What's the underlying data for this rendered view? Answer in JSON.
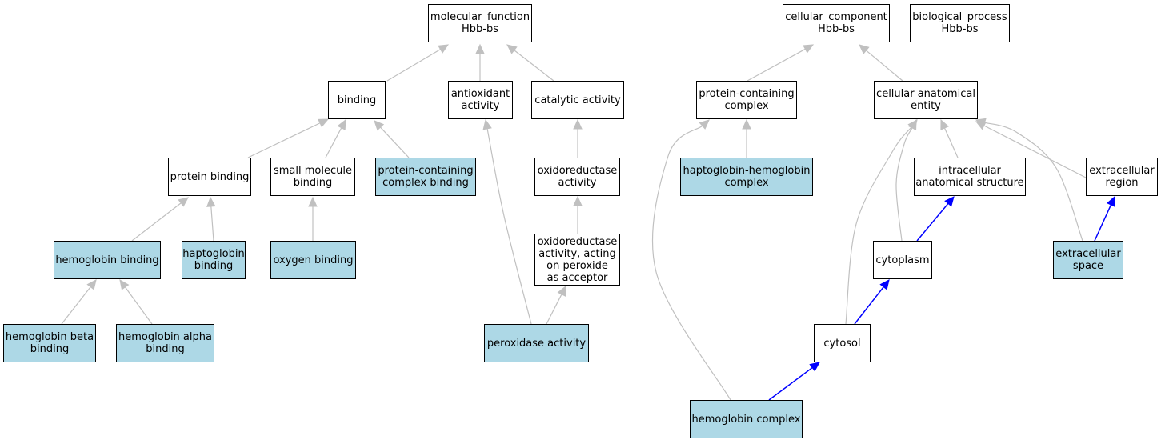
{
  "colors": {
    "highlight": "#add8e6",
    "plain": "#ffffff",
    "edge": "#c0c0c0",
    "path": "#0000ff",
    "border": "#000000"
  },
  "nodes": [
    {
      "id": "mf",
      "lines": [
        "molecular_function",
        "Hbb-bs"
      ],
      "highlight": false
    },
    {
      "id": "cc",
      "lines": [
        "cellular_component",
        "Hbb-bs"
      ],
      "highlight": false
    },
    {
      "id": "bp",
      "lines": [
        "biological_process",
        "Hbb-bs"
      ],
      "highlight": false
    },
    {
      "id": "binding",
      "lines": [
        "binding"
      ],
      "highlight": false
    },
    {
      "id": "antiox",
      "lines": [
        "antioxidant",
        "activity"
      ],
      "highlight": false
    },
    {
      "id": "catalytic",
      "lines": [
        "catalytic activity"
      ],
      "highlight": false
    },
    {
      "id": "pcc",
      "lines": [
        "protein-containing",
        "complex"
      ],
      "highlight": false
    },
    {
      "id": "cae",
      "lines": [
        "cellular anatomical",
        "entity"
      ],
      "highlight": false
    },
    {
      "id": "protbind",
      "lines": [
        "protein binding"
      ],
      "highlight": false
    },
    {
      "id": "smallmol",
      "lines": [
        "small molecule",
        "binding"
      ],
      "highlight": false
    },
    {
      "id": "pccbind",
      "lines": [
        "protein-containing",
        "complex binding"
      ],
      "highlight": true
    },
    {
      "id": "oxred",
      "lines": [
        "oxidoreductase",
        "activity"
      ],
      "highlight": false
    },
    {
      "id": "hphb",
      "lines": [
        "haptoglobin-hemoglobin",
        "complex"
      ],
      "highlight": true
    },
    {
      "id": "ias",
      "lines": [
        "intracellular",
        "anatomical structure"
      ],
      "highlight": false
    },
    {
      "id": "extreg",
      "lines": [
        "extracellular",
        "region"
      ],
      "highlight": false
    },
    {
      "id": "hbbind",
      "lines": [
        "hemoglobin binding"
      ],
      "highlight": true
    },
    {
      "id": "hpbind",
      "lines": [
        "haptoglobin",
        "binding"
      ],
      "highlight": true
    },
    {
      "id": "o2bind",
      "lines": [
        "oxygen binding"
      ],
      "highlight": true
    },
    {
      "id": "oxredper",
      "lines": [
        "oxidoreductase",
        "activity, acting",
        "on peroxide",
        "as acceptor"
      ],
      "highlight": false
    },
    {
      "id": "cytoplasm",
      "lines": [
        "cytoplasm"
      ],
      "highlight": false
    },
    {
      "id": "extspace",
      "lines": [
        "extracellular",
        "space"
      ],
      "highlight": true
    },
    {
      "id": "hbbeta",
      "lines": [
        "hemoglobin beta",
        "binding"
      ],
      "highlight": true
    },
    {
      "id": "hbalpha",
      "lines": [
        "hemoglobin alpha",
        "binding"
      ],
      "highlight": true
    },
    {
      "id": "peroxidase",
      "lines": [
        "peroxidase activity"
      ],
      "highlight": true
    },
    {
      "id": "cytosol",
      "lines": [
        "cytosol"
      ],
      "highlight": false
    },
    {
      "id": "hbcomplex",
      "lines": [
        "hemoglobin complex"
      ],
      "highlight": true
    }
  ],
  "edges": [
    {
      "from": "binding",
      "to": "mf",
      "kind": "is_a"
    },
    {
      "from": "antiox",
      "to": "mf",
      "kind": "is_a"
    },
    {
      "from": "catalytic",
      "to": "mf",
      "kind": "is_a"
    },
    {
      "from": "pcc",
      "to": "cc",
      "kind": "is_a"
    },
    {
      "from": "cae",
      "to": "cc",
      "kind": "is_a"
    },
    {
      "from": "protbind",
      "to": "binding",
      "kind": "is_a"
    },
    {
      "from": "smallmol",
      "to": "binding",
      "kind": "is_a"
    },
    {
      "from": "pccbind",
      "to": "binding",
      "kind": "is_a"
    },
    {
      "from": "oxred",
      "to": "catalytic",
      "kind": "is_a"
    },
    {
      "from": "hphb",
      "to": "pcc",
      "kind": "is_a"
    },
    {
      "from": "ias",
      "to": "cae",
      "kind": "is_a"
    },
    {
      "from": "extreg",
      "to": "cae",
      "kind": "is_a"
    },
    {
      "from": "hbbind",
      "to": "protbind",
      "kind": "is_a"
    },
    {
      "from": "hpbind",
      "to": "protbind",
      "kind": "is_a"
    },
    {
      "from": "o2bind",
      "to": "smallmol",
      "kind": "is_a"
    },
    {
      "from": "oxredper",
      "to": "oxred",
      "kind": "is_a"
    },
    {
      "from": "cytoplasm",
      "to": "cae",
      "kind": "is_a"
    },
    {
      "from": "cytoplasm",
      "to": "ias",
      "kind": "part_of"
    },
    {
      "from": "extspace",
      "to": "cae",
      "kind": "is_a"
    },
    {
      "from": "extspace",
      "to": "extreg",
      "kind": "part_of"
    },
    {
      "from": "hbbeta",
      "to": "hbbind",
      "kind": "is_a"
    },
    {
      "from": "hbalpha",
      "to": "hbbind",
      "kind": "is_a"
    },
    {
      "from": "peroxidase",
      "to": "oxredper",
      "kind": "is_a"
    },
    {
      "from": "peroxidase",
      "to": "antiox",
      "kind": "is_a"
    },
    {
      "from": "cytosol",
      "to": "cae",
      "kind": "is_a"
    },
    {
      "from": "cytosol",
      "to": "cytoplasm",
      "kind": "part_of"
    },
    {
      "from": "hbcomplex",
      "to": "pcc",
      "kind": "is_a"
    },
    {
      "from": "hbcomplex",
      "to": "cytosol",
      "kind": "part_of"
    }
  ]
}
